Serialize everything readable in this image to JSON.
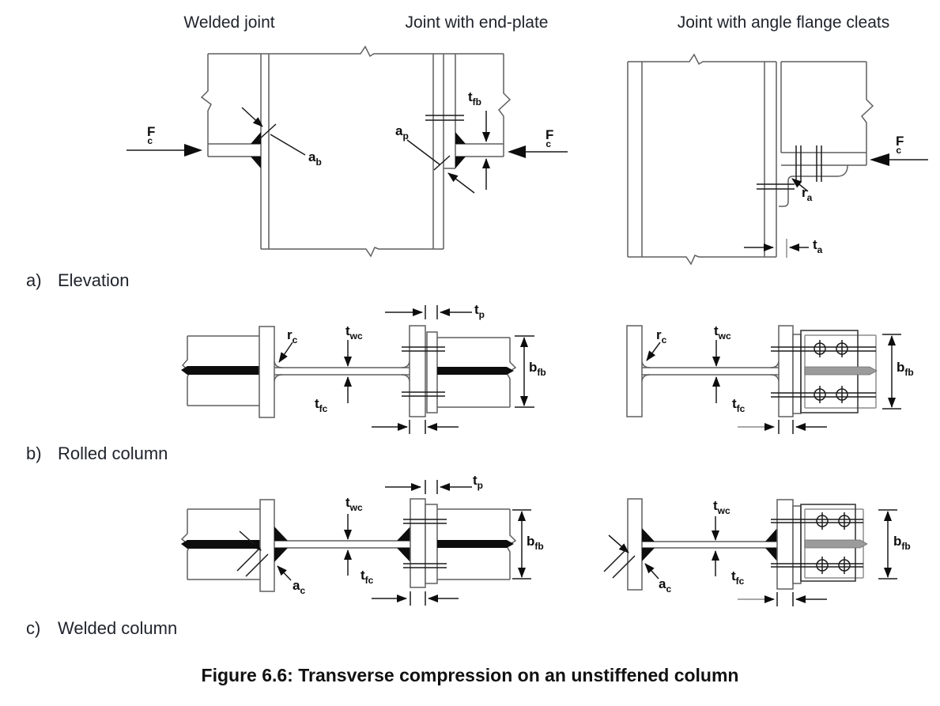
{
  "figure": {
    "caption": "Figure 6.6: Transverse compression on an unstiffened column",
    "column_headings": [
      {
        "label": "Welded joint"
      },
      {
        "label": "Joint with end-plate"
      },
      {
        "label": "Joint with angle flange cleats"
      }
    ],
    "row_labels": [
      {
        "prefix": "a)",
        "text": "Elevation"
      },
      {
        "prefix": "b)",
        "text": "Rolled column"
      },
      {
        "prefix": "c)",
        "text": "Welded column"
      }
    ],
    "symbols": {
      "Fc": {
        "main": "F",
        "sub": "c"
      },
      "ab": {
        "main": "a",
        "sub": "b"
      },
      "ap": {
        "main": "a",
        "sub": "p"
      },
      "tfb": {
        "main": "t",
        "sub": "fb"
      },
      "ra": {
        "main": "r",
        "sub": "a"
      },
      "ta": {
        "main": "t",
        "sub": "a"
      },
      "rc": {
        "main": "r",
        "sub": "c"
      },
      "twc": {
        "main": "t",
        "sub": "wc"
      },
      "tp": {
        "main": "t",
        "sub": "p"
      },
      "tfc": {
        "main": "t",
        "sub": "fc"
      },
      "bfb": {
        "main": "b",
        "sub": "fb"
      },
      "ac": {
        "main": "a",
        "sub": "c"
      }
    },
    "colors": {
      "background": "#ffffff",
      "line": "#5f5f5f",
      "dark": "#0d0d0d",
      "beam_gray": "#9b9b9b",
      "text": "#20242c"
    }
  }
}
